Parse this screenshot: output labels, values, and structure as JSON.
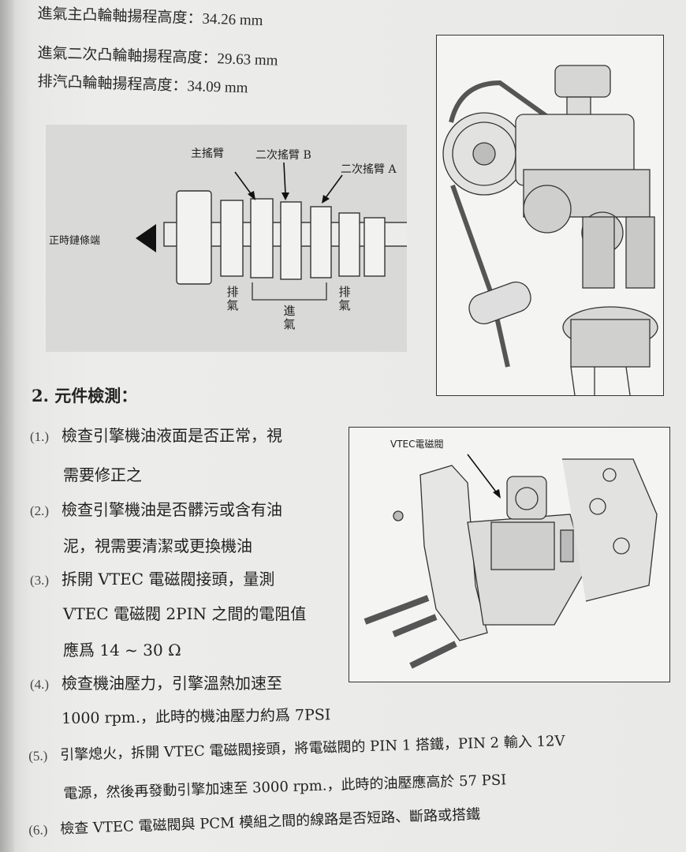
{
  "specs": [
    {
      "label": "進氣主凸輪軸揚程高度：",
      "value": "34.26 mm"
    },
    {
      "label": "進氣二次凸輪軸揚程高度：",
      "value": "29.63 mm"
    },
    {
      "label": "排汽凸輪軸揚程高度：",
      "value": "34.09 mm"
    }
  ],
  "camshaft_diagram": {
    "arm_main": "主搖臂",
    "arm_secondary_b": "二次搖臂 B",
    "arm_secondary_a": "二次搖臂 A",
    "timing_chain_end": "正時鏈條端",
    "exhaust_left": "排氣",
    "intake": "進氣",
    "exhaust_right": "排氣"
  },
  "solenoid_diagram": {
    "label": "VTEC電磁閥"
  },
  "section": {
    "title": "2. 元件檢測："
  },
  "steps": [
    {
      "index": "(1.)",
      "lines": [
        "檢查引擎機油液面是否正常，視",
        "需要修正之"
      ]
    },
    {
      "index": "(2.)",
      "lines": [
        "檢查引擎機油是否髒污或含有油",
        "泥，視需要清潔或更換機油"
      ]
    },
    {
      "index": "(3.)",
      "lines": [
        "拆開 VTEC 電磁閥接頭，量測",
        "VTEC 電磁閥 2PIN 之間的電阻值",
        "應爲 14 ~ 30 Ω"
      ]
    },
    {
      "index": "(4.)",
      "lines": [
        "檢查機油壓力，引擎溫熱加速至",
        "1000 rpm.，此時的機油壓力約爲 7PSI"
      ]
    },
    {
      "index": "(5.)",
      "lines": [
        "引擎熄火，拆開 VTEC 電磁閥接頭，將電磁閥的 PIN 1 搭鐵，PIN 2 輸入 12V",
        "電源，然後再發動引擎加速至 3000 rpm.，此時的油壓應高於 57 PSI"
      ]
    },
    {
      "index": "(6.)",
      "lines": [
        "檢查 VTEC 電磁閥與 PCM 模組之間的線路是否短路、斷路或搭鐵"
      ]
    }
  ]
}
